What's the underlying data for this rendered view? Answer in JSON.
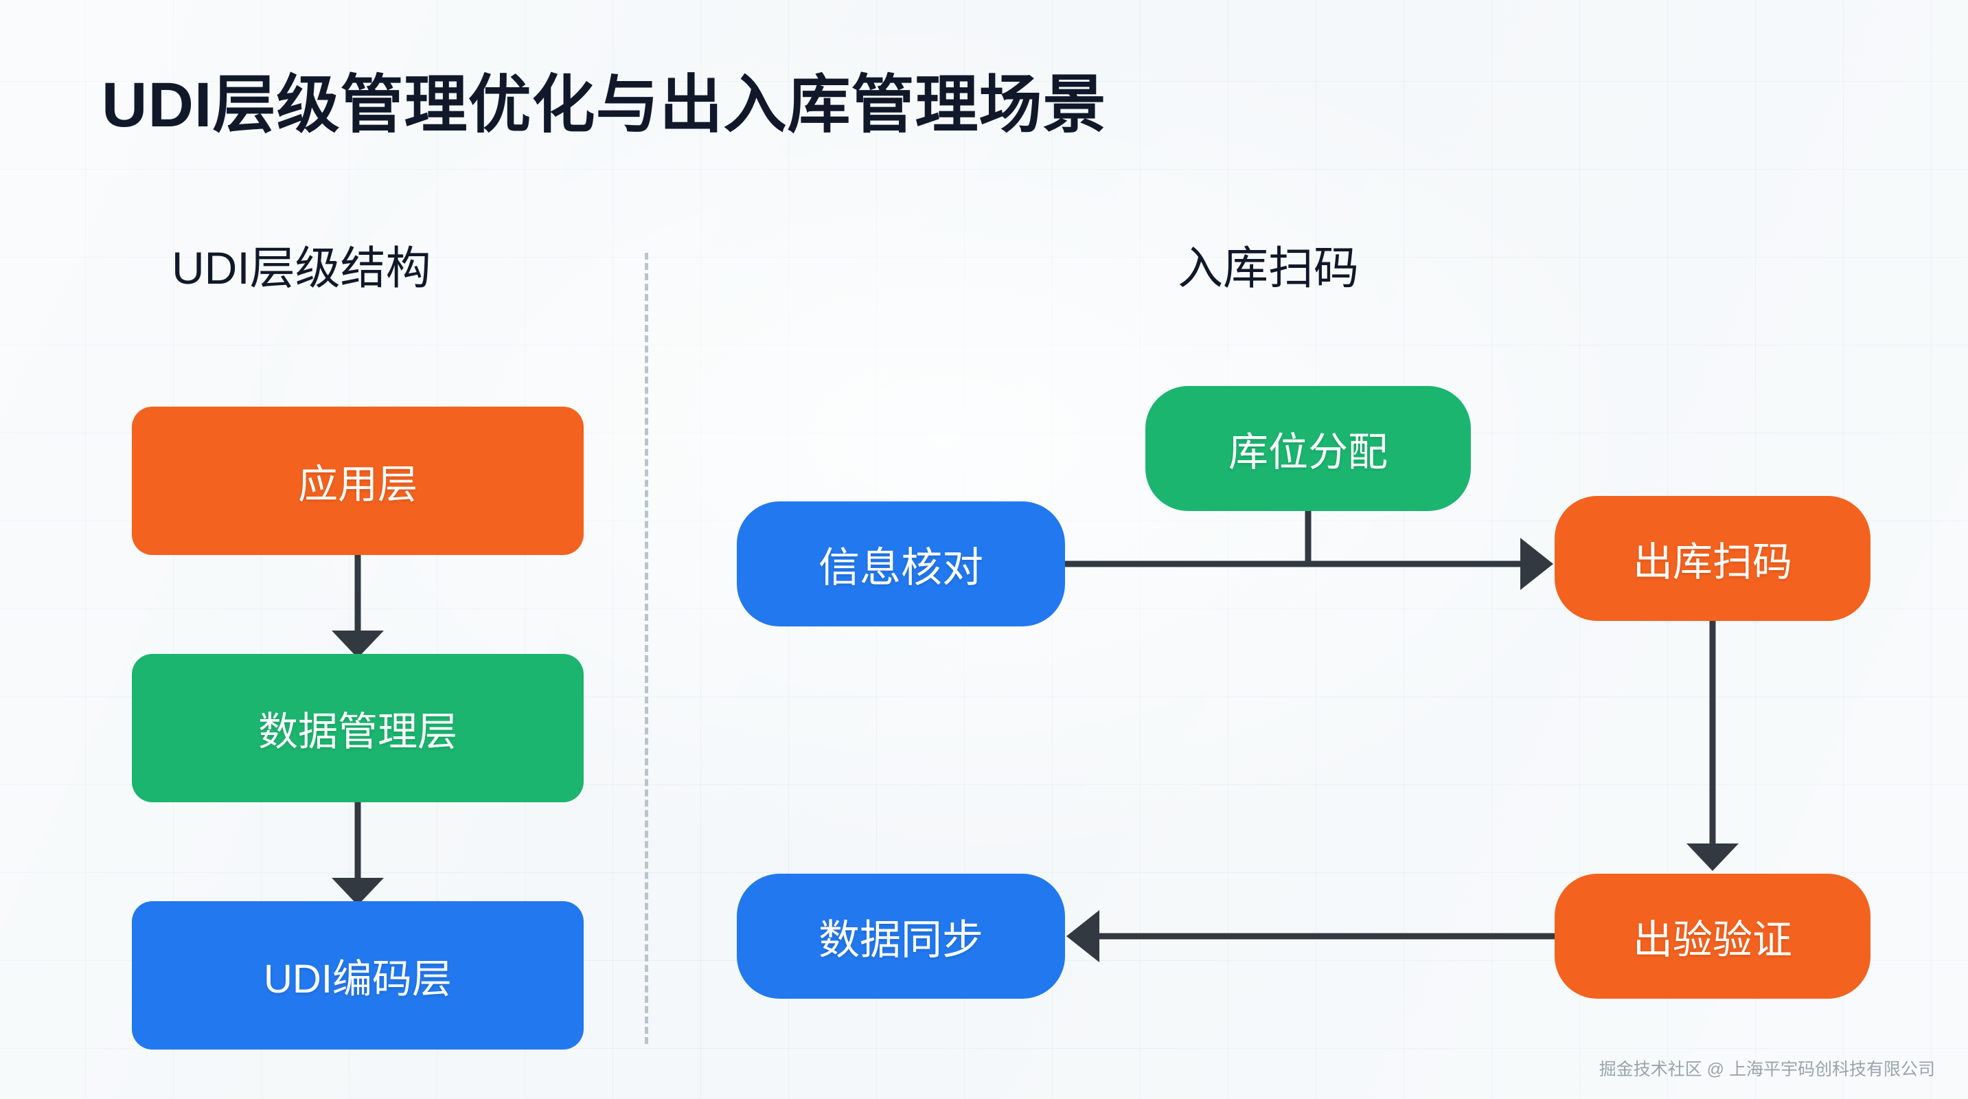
{
  "page": {
    "title": "UDI层级管理优化与出入库管理场景",
    "watermark": "掘金技术社区 @ 上海平宇码创科技有限公司"
  },
  "colors": {
    "orange": "#f4621f",
    "green": "#1bb56f",
    "blue": "#2278ee",
    "arrow": "#333940",
    "background": "#f3f7f9",
    "title_text": "#10182a",
    "divider": "#b9c4cc",
    "watermark_text": "#9aa4ad"
  },
  "sections": [
    {
      "id": "hierarchy",
      "heading": "UDI层级结构"
    },
    {
      "id": "inbound",
      "heading": "入库扫码"
    }
  ],
  "hierarchy": {
    "nodes": [
      {
        "id": "app",
        "label": "应用层",
        "color": "orange"
      },
      {
        "id": "data",
        "label": "数据管理层",
        "color": "green"
      },
      {
        "id": "udi",
        "label": "UDI编码层",
        "color": "blue"
      }
    ],
    "edges": [
      {
        "from": "app",
        "to": "data",
        "direction": "down"
      },
      {
        "from": "data",
        "to": "udi",
        "direction": "down"
      }
    ]
  },
  "inbound": {
    "nodes": [
      {
        "id": "loc",
        "label": "库位分配",
        "color": "green"
      },
      {
        "id": "check",
        "label": "信息核对",
        "color": "blue"
      },
      {
        "id": "outscan",
        "label": "出库扫码",
        "color": "orange"
      },
      {
        "id": "verify",
        "label": "出验验证",
        "color": "orange"
      },
      {
        "id": "sync",
        "label": "数据同步",
        "color": "blue"
      }
    ],
    "edges": [
      {
        "from": "check",
        "to": "outscan",
        "direction": "right"
      },
      {
        "from": "loc",
        "to": "check-outscan-line",
        "direction": "down",
        "arrowhead": false
      },
      {
        "from": "outscan",
        "to": "verify",
        "direction": "down"
      },
      {
        "from": "verify",
        "to": "sync",
        "direction": "left"
      }
    ]
  }
}
